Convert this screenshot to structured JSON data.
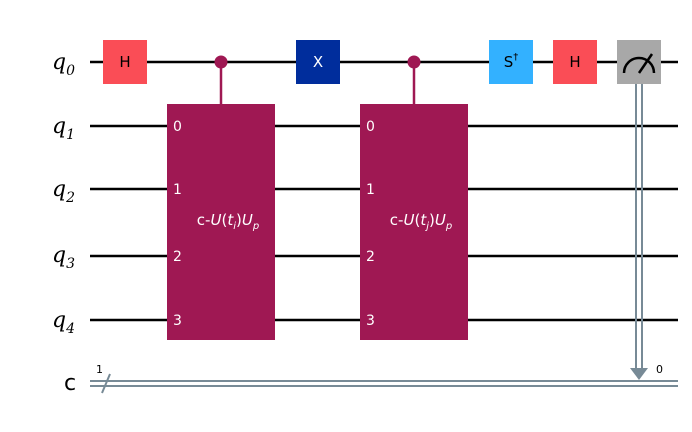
{
  "circuit": {
    "qubits": [
      {
        "name": "q",
        "index": "0"
      },
      {
        "name": "q",
        "index": "1"
      },
      {
        "name": "q",
        "index": "2"
      },
      {
        "name": "q",
        "index": "3"
      },
      {
        "name": "q",
        "index": "4"
      }
    ],
    "classical_register": {
      "label": "c",
      "size": "1",
      "bit": "0"
    },
    "gates": {
      "h1": "H",
      "x": "X",
      "sdg": "S",
      "sdg_sup": "†",
      "h2": "H"
    },
    "controlled_gates": [
      {
        "prefix": "c-",
        "u": "U",
        "t_open": "(",
        "t": "t",
        "t_sub": "i",
        "t_close": ")",
        "up": "U",
        "up_sub": "p",
        "ports": [
          "0",
          "1",
          "2",
          "3"
        ]
      },
      {
        "prefix": "c-",
        "u": "U",
        "t_open": "(",
        "t": "t",
        "t_sub": "j",
        "t_close": ")",
        "up": "U",
        "up_sub": "p",
        "ports": [
          "0",
          "1",
          "2",
          "3"
        ]
      }
    ],
    "colors": {
      "h_gate": "#fa4d56",
      "x_gate": "#002d9c",
      "sdg_gate": "#33b1ff",
      "controlled_unitary": "#9f1853",
      "measure": "#a8a8a8",
      "classical_wire": "#778a96",
      "quantum_wire": "#000000"
    },
    "icons": {
      "measure": "meter-icon"
    }
  }
}
